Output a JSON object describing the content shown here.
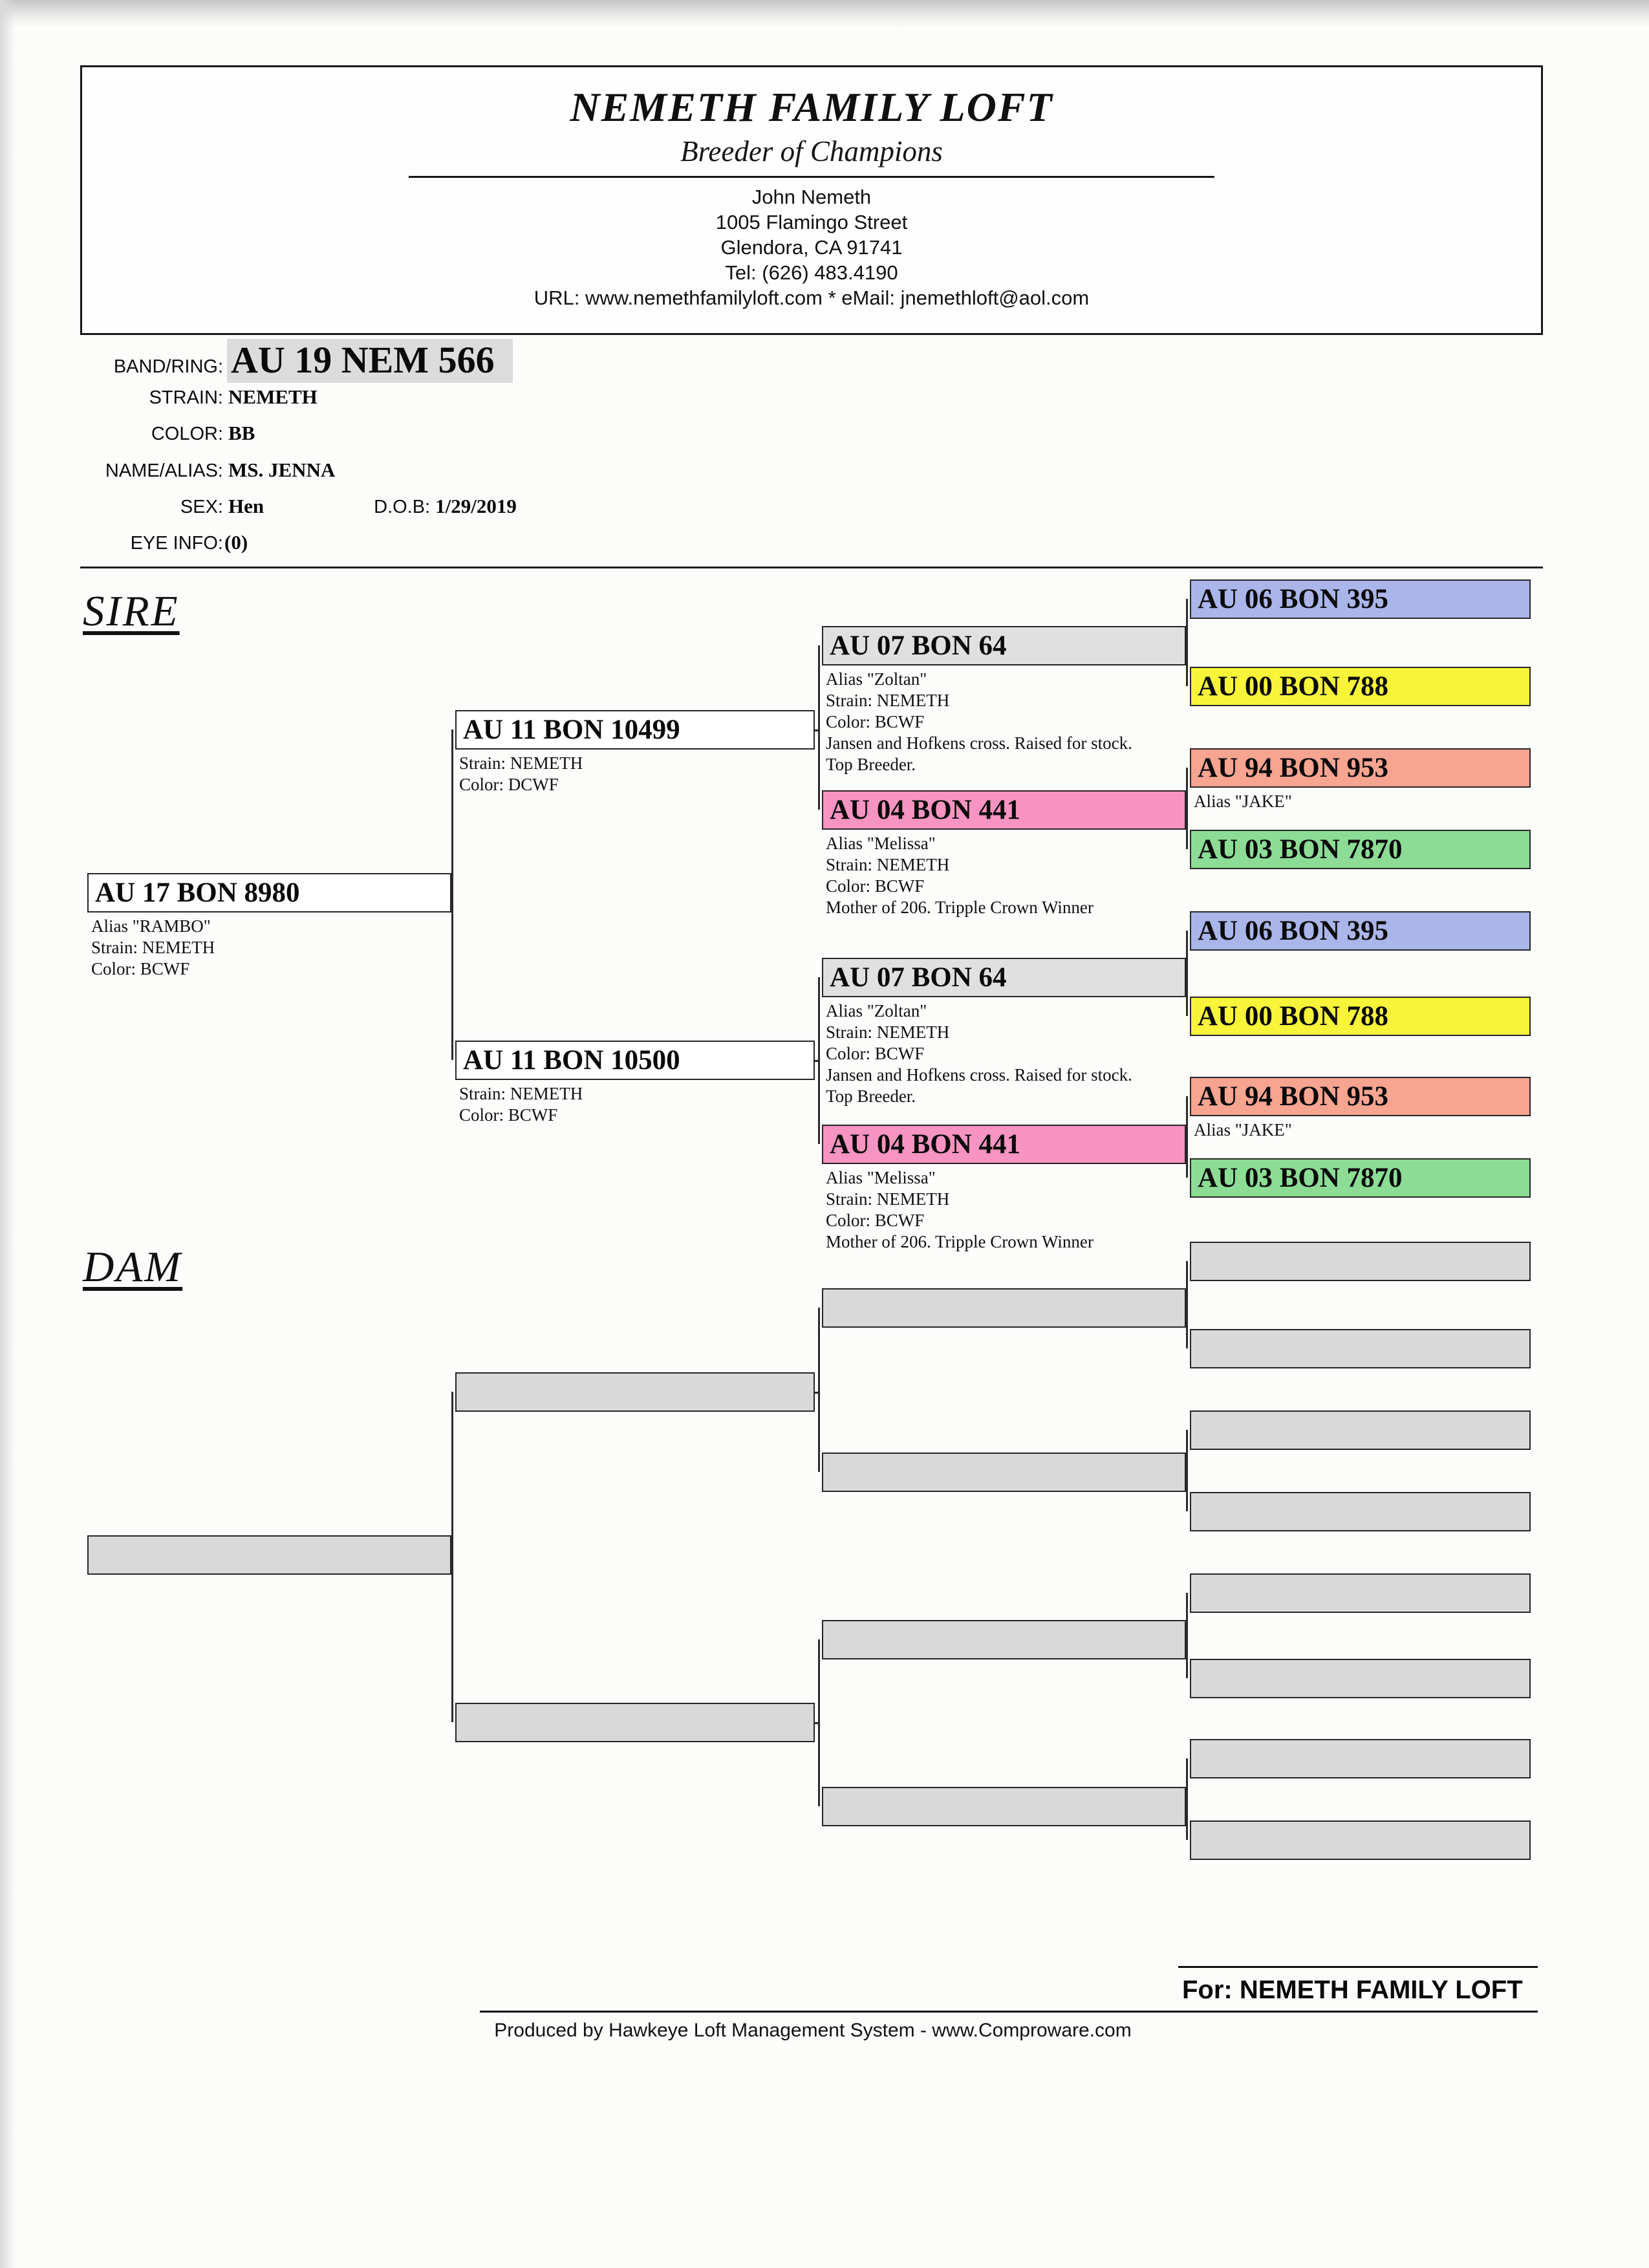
{
  "letterhead": {
    "loft_name": "NEMETH FAMILY LOFT",
    "tagline": "Breeder of Champions",
    "owner": "John Nemeth",
    "address1": "1005 Flamingo Street",
    "address2": "Glendora, CA 91741",
    "phone": "Tel: (626) 483.4190",
    "web": "URL: www.nemethfamilyloft.com * eMail: jnemethloft@aol.com"
  },
  "bird": {
    "band_label": "BAND/RING:",
    "band": "AU 19 NEM 566",
    "strain_label": "STRAIN:",
    "strain": "NEMETH",
    "color_label": "COLOR:",
    "color": "BB",
    "alias_label": "NAME/ALIAS:",
    "alias": "MS. JENNA",
    "sex_label": "SEX:",
    "sex": "Hen",
    "dob_label": "D.O.B:",
    "dob": "1/29/2019",
    "eye_label": "EYE INFO:",
    "eye": "(0)"
  },
  "sections": {
    "sire": "SIRE",
    "dam": "DAM"
  },
  "footer": {
    "for_line": "For: NEMETH FAMILY LOFT",
    "produced_by": "Produced by Hawkeye Loft Management System - www.Comproware.com"
  },
  "colors": {
    "white": "#ffffff",
    "gray": "#e0e0e0",
    "pink": "#f794c1",
    "blue": "#aab5ea",
    "yellow": "#f7f43a",
    "salmon": "#f7a491",
    "green": "#8cdc96",
    "empty": "#d9d9d9"
  },
  "pedigree": {
    "sire": {
      "g1": [
        {
          "band": "AU 17 BON 8980",
          "bg": "white",
          "details": [
            "Alias \"RAMBO\"",
            "Strain: NEMETH",
            "Color: BCWF"
          ]
        }
      ],
      "g2": [
        {
          "band": "AU 11 BON 10499",
          "bg": "white",
          "details": [
            "Strain: NEMETH",
            "Color: DCWF"
          ]
        },
        {
          "band": "AU 11 BON 10500",
          "bg": "white",
          "details": [
            "Strain: NEMETH",
            "Color: BCWF"
          ]
        }
      ],
      "g3": [
        {
          "band": "AU 07 BON 64",
          "bg": "gray",
          "details": [
            "Alias \"Zoltan\"",
            "Strain: NEMETH",
            "Color: BCWF",
            "Jansen and Hofkens cross. Raised for stock.",
            "Top Breeder."
          ]
        },
        {
          "band": "AU 04 BON 441",
          "bg": "pink",
          "details": [
            "Alias \"Melissa\"",
            "Strain: NEMETH",
            "Color: BCWF",
            "Mother of 206. Tripple Crown Winner"
          ]
        },
        {
          "band": "AU 07 BON 64",
          "bg": "gray",
          "details": [
            "Alias \"Zoltan\"",
            "Strain: NEMETH",
            "Color: BCWF",
            "Jansen and Hofkens cross. Raised for stock.",
            "Top Breeder."
          ]
        },
        {
          "band": "AU 04 BON 441",
          "bg": "pink",
          "details": [
            "Alias \"Melissa\"",
            "Strain: NEMETH",
            "Color: BCWF",
            "Mother of 206. Tripple Crown Winner"
          ]
        }
      ],
      "g4": [
        {
          "band": "AU 06 BON 395",
          "bg": "blue",
          "details": []
        },
        {
          "band": "AU 00 BON 788",
          "bg": "yellow",
          "details": []
        },
        {
          "band": "AU 94 BON 953",
          "bg": "salmon",
          "details": [
            "Alias \"JAKE\""
          ]
        },
        {
          "band": "AU 03 BON 7870",
          "bg": "green",
          "details": []
        },
        {
          "band": "AU 06 BON 395",
          "bg": "blue",
          "details": []
        },
        {
          "band": "AU 00 BON 788",
          "bg": "yellow",
          "details": []
        },
        {
          "band": "AU 94 BON 953",
          "bg": "salmon",
          "details": [
            "Alias \"JAKE\""
          ]
        },
        {
          "band": "AU 03 BON 7870",
          "bg": "green",
          "details": []
        }
      ]
    },
    "dam": {
      "g1": [
        {
          "band": "",
          "bg": "empty",
          "details": []
        }
      ],
      "g2": [
        {
          "band": "",
          "bg": "empty",
          "details": []
        },
        {
          "band": "",
          "bg": "empty",
          "details": []
        }
      ],
      "g3": [
        {
          "band": "",
          "bg": "empty",
          "details": []
        },
        {
          "band": "",
          "bg": "empty",
          "details": []
        },
        {
          "band": "",
          "bg": "empty",
          "details": []
        },
        {
          "band": "",
          "bg": "empty",
          "details": []
        }
      ],
      "g4": [
        {
          "band": "",
          "bg": "empty",
          "details": []
        },
        {
          "band": "",
          "bg": "empty",
          "details": []
        },
        {
          "band": "",
          "bg": "empty",
          "details": []
        },
        {
          "band": "",
          "bg": "empty",
          "details": []
        },
        {
          "band": "",
          "bg": "empty",
          "details": []
        },
        {
          "band": "",
          "bg": "empty",
          "details": []
        },
        {
          "band": "",
          "bg": "empty",
          "details": []
        },
        {
          "band": "",
          "bg": "empty",
          "details": []
        }
      ]
    }
  }
}
